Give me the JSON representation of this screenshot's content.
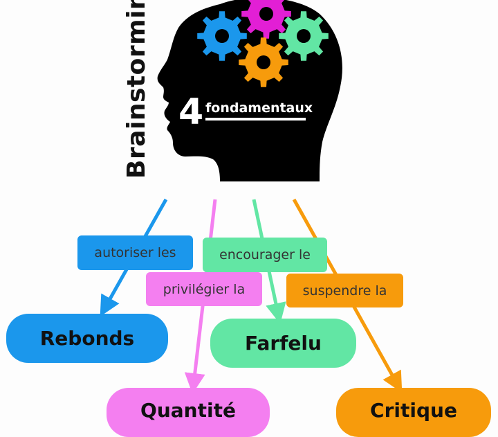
{
  "title": "Brainstorming",
  "subtitle_number": "4",
  "subtitle_text": "fondamentaux",
  "colors": {
    "blue": "#1b97ec",
    "pink": "#f47ff0",
    "green": "#62e6a4",
    "orange": "#f79b0c",
    "magenta_gear": "#e21fd5",
    "head": "#000000"
  },
  "branches": [
    {
      "id": "rebonds",
      "label": "autoriser les",
      "node": "Rebonds",
      "color": "#1b97ec"
    },
    {
      "id": "quantite",
      "label": "privilégier la",
      "node": "Quantité",
      "color": "#f47ff0"
    },
    {
      "id": "farfelu",
      "label": "encourager le",
      "node": "Farfelu",
      "color": "#62e6a4"
    },
    {
      "id": "critique",
      "label": "suspendre la",
      "node": "Critique",
      "color": "#f79b0c"
    }
  ],
  "icons": [
    "head-silhouette-icon",
    "gear-icon"
  ]
}
